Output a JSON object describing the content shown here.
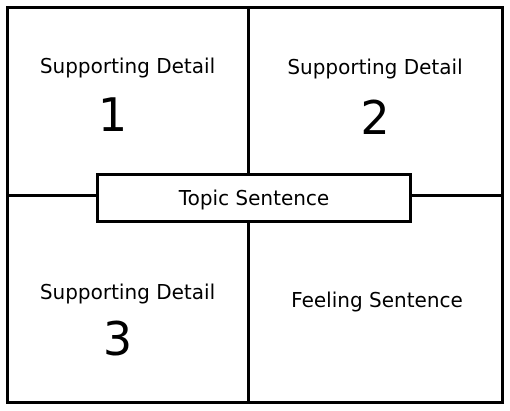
{
  "quadrants": {
    "top_left": {
      "label": "Supporting Detail",
      "number": "1"
    },
    "top_right": {
      "label": "Supporting Detail",
      "number": "2"
    },
    "bottom_left": {
      "label": "Supporting Detail",
      "number": "3"
    },
    "bottom_right": {
      "label": "Feeling Sentence"
    }
  },
  "center": {
    "label": "Topic Sentence"
  }
}
